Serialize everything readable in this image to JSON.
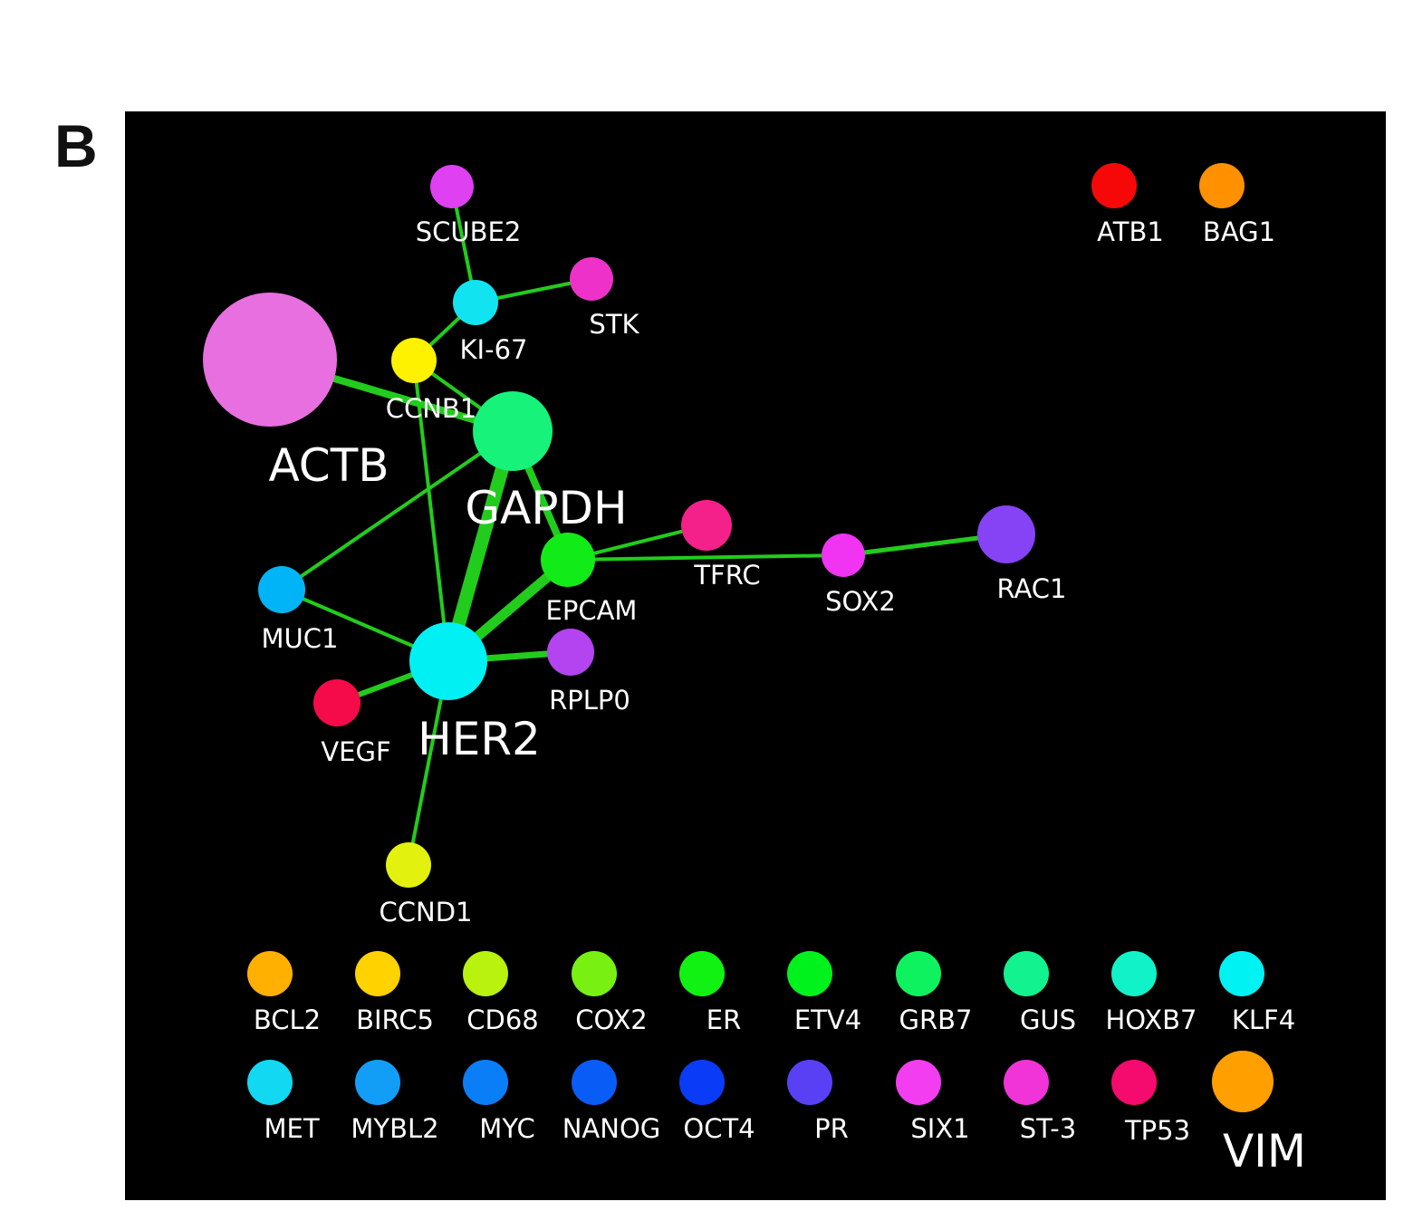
{
  "panel_label": "B",
  "background_color": "#000000",
  "edge_color": "#22cc1c",
  "nodes": [
    {
      "id": "ACTB",
      "label": "ACTB",
      "color": "#e76fe0"
    },
    {
      "id": "GAPDH",
      "label": "GAPDH",
      "color": "#17f27a"
    },
    {
      "id": "HER2",
      "label": "HER2",
      "color": "#00f0f4"
    },
    {
      "id": "SCUBE2",
      "label": "SCUBE2",
      "color": "#df40f2"
    },
    {
      "id": "KI-67",
      "label": "KI-67",
      "color": "#12e3f0"
    },
    {
      "id": "STK",
      "label": "STK",
      "color": "#ee32c9"
    },
    {
      "id": "CCNB1",
      "label": "CCNB1",
      "color": "#fff200"
    },
    {
      "id": "EPCAM",
      "label": "EPCAM",
      "color": "#11ec18"
    },
    {
      "id": "TFRC",
      "label": "TFRC",
      "color": "#f5218a"
    },
    {
      "id": "SOX2",
      "label": "SOX2",
      "color": "#f034f2"
    },
    {
      "id": "RAC1",
      "label": "RAC1",
      "color": "#8642f5"
    },
    {
      "id": "MUC1",
      "label": "MUC1",
      "color": "#00b4f7"
    },
    {
      "id": "RPLP0",
      "label": "RPLP0",
      "color": "#b444f0"
    },
    {
      "id": "VEGF",
      "label": "VEGF",
      "color": "#f50a4a"
    },
    {
      "id": "CCND1",
      "label": "CCND1",
      "color": "#e2f20e"
    },
    {
      "id": "ATB1",
      "label": "ATB1",
      "color": "#f70808"
    },
    {
      "id": "BAG1",
      "label": "BAG1",
      "color": "#ff9000"
    },
    {
      "id": "BCL2",
      "label": "BCL2",
      "color": "#ffb000"
    },
    {
      "id": "BIRC5",
      "label": "BIRC5",
      "color": "#ffd200"
    },
    {
      "id": "CD68",
      "label": "CD68",
      "color": "#b8f20e"
    },
    {
      "id": "COX2",
      "label": "COX2",
      "color": "#78f012"
    },
    {
      "id": "ER",
      "label": "ER",
      "color": "#12f212"
    },
    {
      "id": "ETV4",
      "label": "ETV4",
      "color": "#00f21c"
    },
    {
      "id": "GRB7",
      "label": "GRB7",
      "color": "#0ff260"
    },
    {
      "id": "GUS",
      "label": "GUS",
      "color": "#12f28e"
    },
    {
      "id": "HOXB7",
      "label": "HOXB7",
      "color": "#12f2c8"
    },
    {
      "id": "KLF4",
      "label": "KLF4",
      "color": "#00f2f2"
    },
    {
      "id": "MET",
      "label": "MET",
      "color": "#12d8f2"
    },
    {
      "id": "MYBL2",
      "label": "MYBL2",
      "color": "#129ef7"
    },
    {
      "id": "MYC",
      "label": "MYC",
      "color": "#0a7ef7"
    },
    {
      "id": "NANOG",
      "label": "NANOG",
      "color": "#0a5cf7"
    },
    {
      "id": "OCT4",
      "label": "OCT4",
      "color": "#0a3cf7"
    },
    {
      "id": "PR",
      "label": "PR",
      "color": "#5a40f5"
    },
    {
      "id": "SIX1",
      "label": "SIX1",
      "color": "#f23ef0"
    },
    {
      "id": "ST-3",
      "label": "ST-3",
      "color": "#f034d8"
    },
    {
      "id": "TP53",
      "label": "TP53",
      "color": "#f50a6e"
    },
    {
      "id": "VIM",
      "label": "VIM",
      "color": "#ffa000"
    }
  ],
  "edges": [
    [
      "SCUBE2",
      "KI-67"
    ],
    [
      "KI-67",
      "STK"
    ],
    [
      "KI-67",
      "CCNB1"
    ],
    [
      "CCNB1",
      "GAPDH"
    ],
    [
      "CCNB1",
      "HER2"
    ],
    [
      "ACTB",
      "GAPDH"
    ],
    [
      "GAPDH",
      "HER2"
    ],
    [
      "GAPDH",
      "EPCAM"
    ],
    [
      "GAPDH",
      "MUC1"
    ],
    [
      "EPCAM",
      "HER2"
    ],
    [
      "EPCAM",
      "TFRC"
    ],
    [
      "EPCAM",
      "SOX2"
    ],
    [
      "SOX2",
      "RAC1"
    ],
    [
      "MUC1",
      "HER2"
    ],
    [
      "HER2",
      "RPLP0"
    ],
    [
      "HER2",
      "VEGF"
    ],
    [
      "HER2",
      "CCND1"
    ]
  ]
}
